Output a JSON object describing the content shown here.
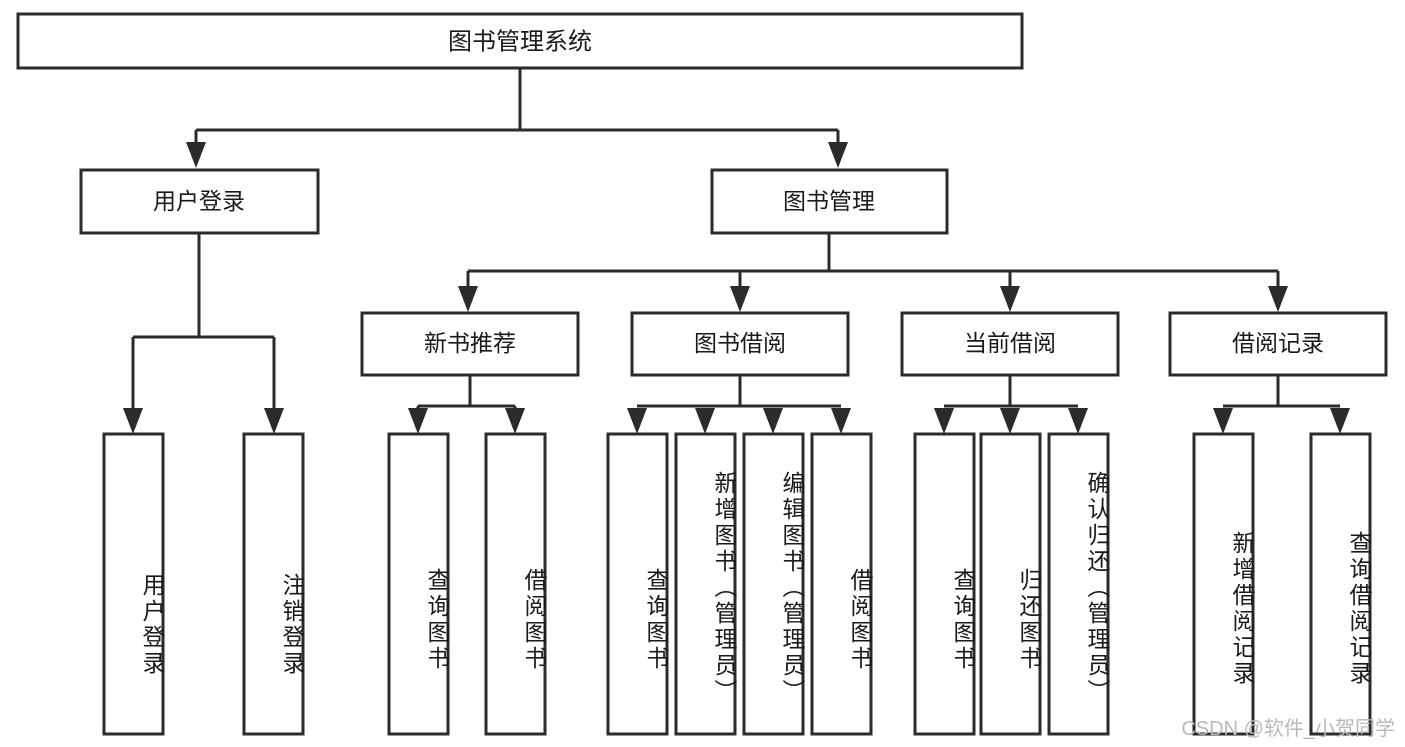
{
  "diagram": {
    "title": "图书管理系统",
    "watermark": "CSDN @软件_小贺同学",
    "colors": {
      "stroke": "#2b2b2b",
      "fill": "#ffffff",
      "text": "#1a1a1a",
      "watermark": "#b9b9b9"
    },
    "root": {
      "label": "图书管理系统"
    },
    "level2": [
      {
        "label": "用户登录"
      },
      {
        "label": "图书管理"
      }
    ],
    "level3": [
      {
        "label": "新书推荐"
      },
      {
        "label": "图书借阅"
      },
      {
        "label": "当前借阅"
      },
      {
        "label": "借阅记录"
      }
    ],
    "leaves": [
      {
        "label": "用户登录",
        "parent": "用户登录"
      },
      {
        "label": "注销登录",
        "parent": "用户登录"
      },
      {
        "label": "查询图书",
        "parent": "新书推荐"
      },
      {
        "label": "借阅图书",
        "parent": "新书推荐"
      },
      {
        "label": "查询图书",
        "parent": "图书借阅"
      },
      {
        "label": "新增图书（管理员）",
        "parent": "图书借阅"
      },
      {
        "label": "编辑图书（管理员）",
        "parent": "图书借阅"
      },
      {
        "label": "借阅图书",
        "parent": "图书借阅"
      },
      {
        "label": "查询图书",
        "parent": "当前借阅"
      },
      {
        "label": "归还图书",
        "parent": "当前借阅"
      },
      {
        "label": "确认归还（管理员）",
        "parent": "当前借阅"
      },
      {
        "label": "新增借阅记录",
        "parent": "借阅记录"
      },
      {
        "label": "查询借阅记录",
        "parent": "借阅记录"
      }
    ]
  },
  "chart_data": {
    "type": "diagram",
    "title": "图书管理系统",
    "diagram_kind": "tree",
    "nodes": [
      {
        "id": "root",
        "label": "图书管理系统",
        "level": 1
      },
      {
        "id": "n1",
        "label": "用户登录",
        "level": 2
      },
      {
        "id": "n2",
        "label": "图书管理",
        "level": 2
      },
      {
        "id": "n3",
        "label": "新书推荐",
        "level": 3
      },
      {
        "id": "n4",
        "label": "图书借阅",
        "level": 3
      },
      {
        "id": "n5",
        "label": "当前借阅",
        "level": 3
      },
      {
        "id": "n6",
        "label": "借阅记录",
        "level": 3
      },
      {
        "id": "l1",
        "label": "用户登录",
        "level": 4
      },
      {
        "id": "l2",
        "label": "注销登录",
        "level": 4
      },
      {
        "id": "l3",
        "label": "查询图书",
        "level": 4
      },
      {
        "id": "l4",
        "label": "借阅图书",
        "level": 4
      },
      {
        "id": "l5",
        "label": "查询图书",
        "level": 4
      },
      {
        "id": "l6",
        "label": "新增图书（管理员）",
        "level": 4
      },
      {
        "id": "l7",
        "label": "编辑图书（管理员）",
        "level": 4
      },
      {
        "id": "l8",
        "label": "借阅图书",
        "level": 4
      },
      {
        "id": "l9",
        "label": "查询图书",
        "level": 4
      },
      {
        "id": "l10",
        "label": "归还图书",
        "level": 4
      },
      {
        "id": "l11",
        "label": "确认归还（管理员）",
        "level": 4
      },
      {
        "id": "l12",
        "label": "新增借阅记录",
        "level": 4
      },
      {
        "id": "l13",
        "label": "查询借阅记录",
        "level": 4
      }
    ],
    "edges": [
      {
        "from": "root",
        "to": "n1"
      },
      {
        "from": "root",
        "to": "n2"
      },
      {
        "from": "n1",
        "to": "l1"
      },
      {
        "from": "n1",
        "to": "l2"
      },
      {
        "from": "n2",
        "to": "n3"
      },
      {
        "from": "n2",
        "to": "n4"
      },
      {
        "from": "n2",
        "to": "n5"
      },
      {
        "from": "n2",
        "to": "n6"
      },
      {
        "from": "n3",
        "to": "l3"
      },
      {
        "from": "n3",
        "to": "l4"
      },
      {
        "from": "n4",
        "to": "l5"
      },
      {
        "from": "n4",
        "to": "l6"
      },
      {
        "from": "n4",
        "to": "l7"
      },
      {
        "from": "n4",
        "to": "l8"
      },
      {
        "from": "n5",
        "to": "l9"
      },
      {
        "from": "n5",
        "to": "l10"
      },
      {
        "from": "n5",
        "to": "l11"
      },
      {
        "from": "n6",
        "to": "l12"
      },
      {
        "from": "n6",
        "to": "l13"
      }
    ]
  }
}
